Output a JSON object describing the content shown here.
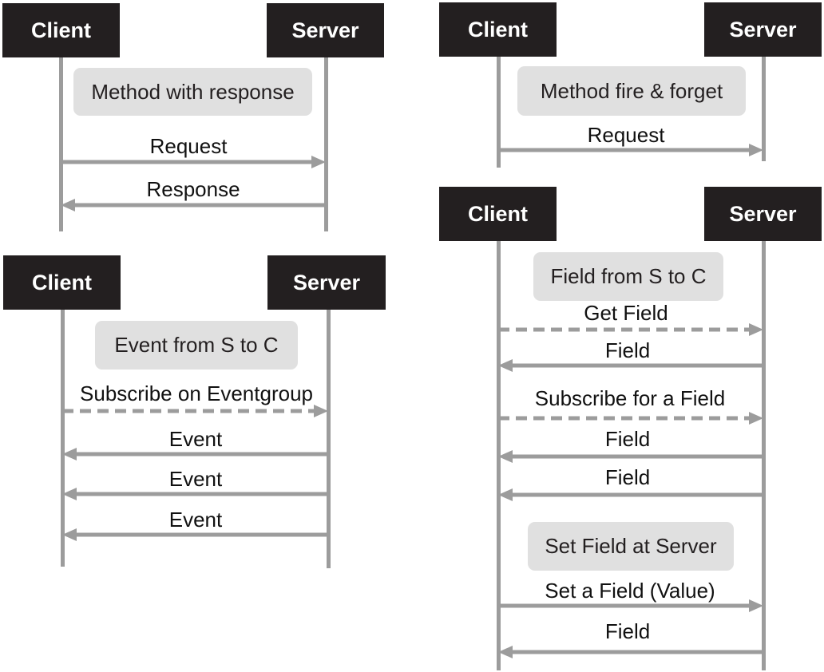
{
  "colors": {
    "actor_bg": "#231f20",
    "lifeline": "#9c9c9c",
    "note_bg": "#e0e0e0",
    "arrow": "#9c9c9c"
  },
  "diagrams": [
    {
      "client": "Client",
      "server": "Server",
      "note": "Method with response",
      "messages": [
        {
          "label": "Request",
          "direction": "to-server",
          "style": "solid"
        },
        {
          "label": "Response",
          "direction": "to-client",
          "style": "solid"
        }
      ]
    },
    {
      "client": "Client",
      "server": "Server",
      "note": "Method fire & forget",
      "messages": [
        {
          "label": "Request",
          "direction": "to-server",
          "style": "solid"
        }
      ]
    },
    {
      "client": "Client",
      "server": "Server",
      "note": "Event from S to C",
      "messages": [
        {
          "label": "Subscribe on Eventgroup",
          "direction": "to-server",
          "style": "dashed"
        },
        {
          "label": "Event",
          "direction": "to-client",
          "style": "solid"
        },
        {
          "label": "Event",
          "direction": "to-client",
          "style": "solid"
        },
        {
          "label": "Event",
          "direction": "to-client",
          "style": "solid"
        }
      ]
    },
    {
      "client": "Client",
      "server": "Server",
      "note": "Field from S to C",
      "note2": "Set  Field at Server",
      "messages": [
        {
          "label": "Get  Field",
          "direction": "to-server",
          "style": "dashed"
        },
        {
          "label": "Field",
          "direction": "to-client",
          "style": "solid"
        },
        {
          "label": "Subscribe for a Field",
          "direction": "to-server",
          "style": "dashed"
        },
        {
          "label": "Field",
          "direction": "to-client",
          "style": "solid"
        },
        {
          "label": "Field",
          "direction": "to-client",
          "style": "solid"
        },
        {
          "label": "Set a Field (Value)",
          "direction": "to-server",
          "style": "solid"
        },
        {
          "label": "Field",
          "direction": "to-client",
          "style": "solid"
        }
      ]
    }
  ]
}
